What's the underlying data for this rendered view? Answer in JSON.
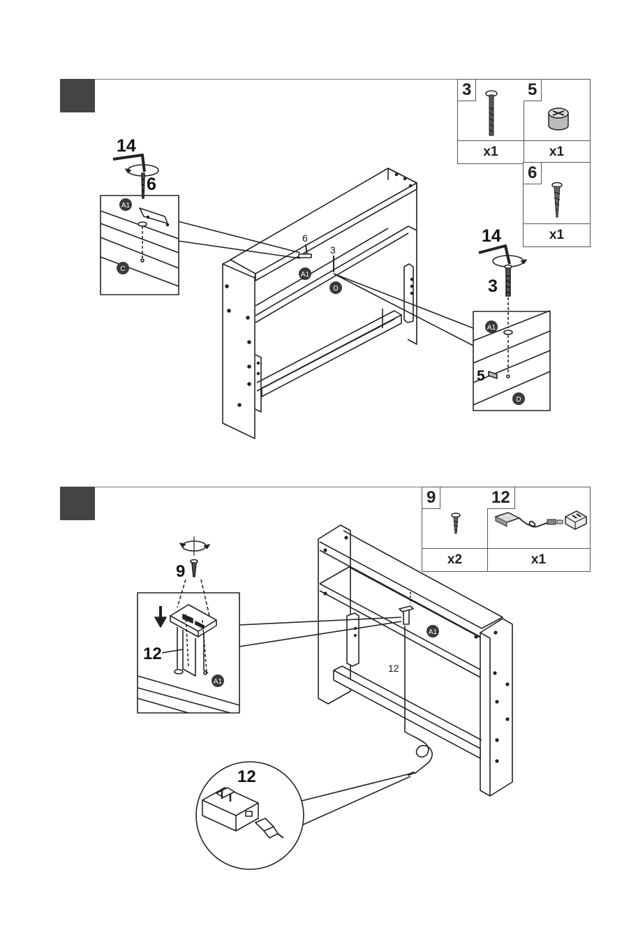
{
  "step1": {
    "parts": [
      {
        "number": "3",
        "quantity": "x1",
        "icon": "bolt-icon"
      },
      {
        "number": "5",
        "quantity": "x1",
        "icon": "cam-nut-icon"
      },
      {
        "number": "6",
        "quantity": "x1",
        "icon": "screw-icon"
      }
    ],
    "callouts": {
      "tool_left": "14",
      "screw_left": "6",
      "tool_right": "14",
      "bolt_right": "3",
      "cam_right": "5",
      "small_screw": "6",
      "small_bolt": "3"
    },
    "panel_labels": {
      "a1_left": "A1",
      "c": "C",
      "a1_center": "A1",
      "d_center": "D",
      "a1_right": "A1",
      "d_right": "D"
    }
  },
  "step2": {
    "parts": [
      {
        "number": "9",
        "quantity": "x2",
        "icon": "screw-icon"
      },
      {
        "number": "12",
        "quantity": "x1",
        "icon": "usb-power-icon"
      }
    ],
    "callouts": {
      "screw": "9",
      "module": "12",
      "cable": "12",
      "adapter": "12"
    },
    "panel_labels": {
      "a1_center": "A1",
      "a1_detail": "A1"
    }
  },
  "colors": {
    "line": "#222222",
    "marker": "#444444",
    "badge": "#3a3a3a"
  }
}
